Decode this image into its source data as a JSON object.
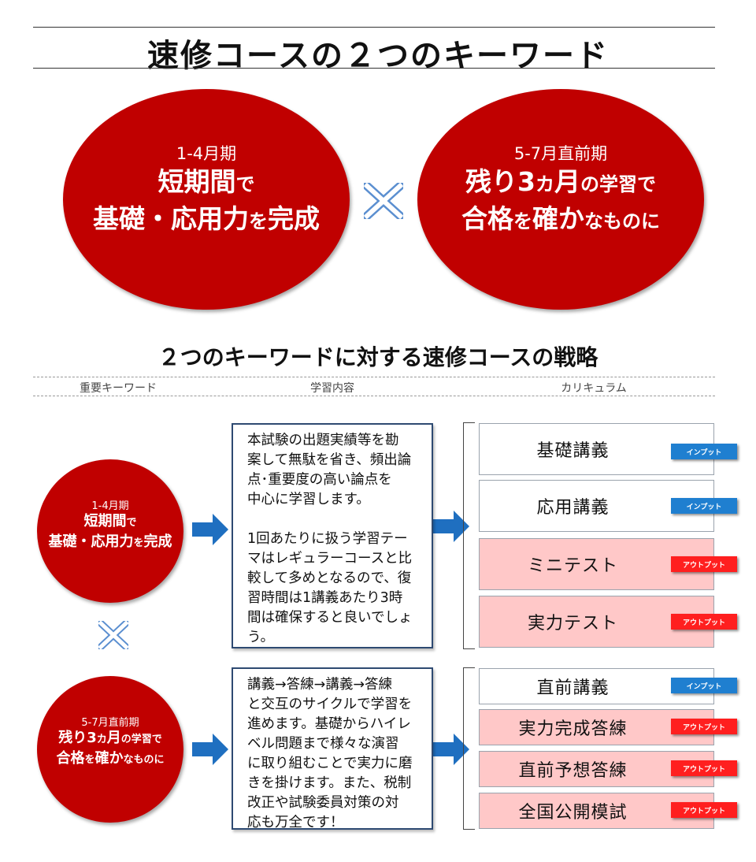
{
  "title": "速修コースの２つのキーワード",
  "keywords": [
    {
      "period": "1-4月期",
      "line1_big": "短期間",
      "line1_small": "で",
      "line2_big_a": "基礎・応用力",
      "line2_small": "を",
      "line2_big_b": "完成"
    },
    {
      "period": "5-7月直前期",
      "line1_big_a": "残り3",
      "line1_mid": "カ",
      "line1_big_b": "月",
      "line1_small": "の学習で",
      "line2_big_a": "合格",
      "line2_small_a": "を",
      "line2_big_b": "確か",
      "line2_small_b": "なものに"
    }
  ],
  "strategy_title": "２つのキーワードに対する速修コースの戦略",
  "columns": {
    "keyword": "重要キーワード",
    "content": "学習内容",
    "curriculum": "カリキュラム"
  },
  "sections": [
    {
      "paragraphs": [
        "本試験の出題実績等を勘案して無駄を省き、頻出論点・重要度の高い論点を中心に学習します。",
        "1回あたりに扱う学習テーマはレギュラーコースと比較して多めとなるので、復習時間は1講義あたり3時間は確保すると良いでしょう。"
      ],
      "lines": [
        [
          "本試験の出題実績等を勘",
          "案して無駄を省き、頻出論",
          "点･重要度の高い論点を",
          "中心に学習します。"
        ],
        [
          "1回あたりに扱う学習テー",
          "マはレギュラーコースと比",
          "較して多めとなるので、復",
          "習時間は1講義あたり3時",
          "間は確保すると良いでしょ",
          "う。"
        ]
      ],
      "curriculum": [
        {
          "name": "基礎講義",
          "type": "input",
          "badge": "インプット"
        },
        {
          "name": "応用講義",
          "type": "input",
          "badge": "インプット"
        },
        {
          "name": "ミニテスト",
          "type": "output",
          "badge": "アウトプット"
        },
        {
          "name": "実力テスト",
          "type": "output",
          "badge": "アウトプット"
        }
      ]
    },
    {
      "lines": [
        [
          "講義→答練→講義→答練",
          "と交互のサイクルで学習を",
          "進めます。基礎からハイレ",
          "ベル問題まで様々な演習",
          "に取り組むことで実力に磨",
          "きを掛けます。また、税制",
          "改正や試験委員対策の対",
          "応も万全です！"
        ]
      ],
      "curriculum": [
        {
          "name": "直前講義",
          "type": "input",
          "badge": "インプット"
        },
        {
          "name": "実力完成答練",
          "type": "output",
          "badge": "アウトプット"
        },
        {
          "name": "直前予想答練",
          "type": "output",
          "badge": "アウトプット"
        },
        {
          "name": "全国公開模試",
          "type": "output",
          "badge": "アウトプット"
        }
      ]
    }
  ],
  "colors": {
    "red": "#c00000",
    "input_badge": "#1f7fd0",
    "output_badge": "#ff1f1f",
    "arrow": "#1f6fc0",
    "pink": "#ffc8c8"
  },
  "icons": {
    "times": "multiplication-x-icon",
    "arrow": "right-arrow-icon"
  }
}
